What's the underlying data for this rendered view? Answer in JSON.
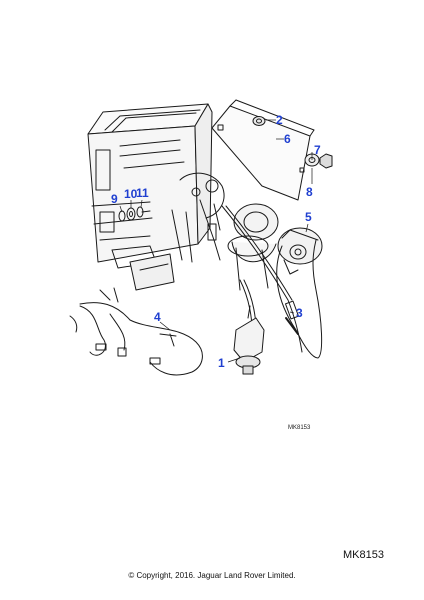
{
  "diagram": {
    "reference_code": "MK8153",
    "reference_code_footer": "MK8153",
    "copyright": "© Copyright, 2016. Jaguar Land Rover Limited.",
    "callouts": {
      "c1": "1",
      "c2": "2",
      "c3": "3",
      "c4": "4",
      "c5": "5",
      "c6": "6",
      "c7": "7",
      "c8": "8",
      "c9": "9",
      "c10": "10",
      "c11": "11"
    },
    "colors": {
      "callout": "#1f3fd0",
      "line": "#1a1a1a"
    }
  }
}
